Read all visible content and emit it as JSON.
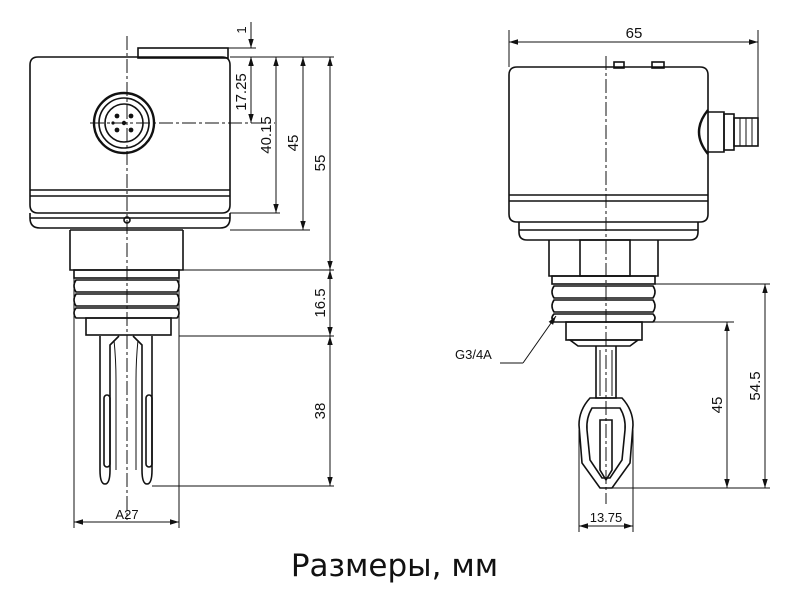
{
  "caption": "Размеры, мм",
  "front_view": {
    "dim_top_offset": "1",
    "dim_connector_center": "17.25",
    "dim_housing_lower_band": "40.15",
    "dim_housing_bottom": "45",
    "dim_total_to_thread": "55",
    "dim_thread_length": "16.5",
    "dim_fork_length": "38",
    "dim_wrench_size": "A27"
  },
  "side_view": {
    "dim_overall_width": "65",
    "thread_spec": "G3/4A",
    "dim_fork_from_seal": "45",
    "dim_fork_from_body": "54.5",
    "dim_fork_width": "13.75"
  }
}
